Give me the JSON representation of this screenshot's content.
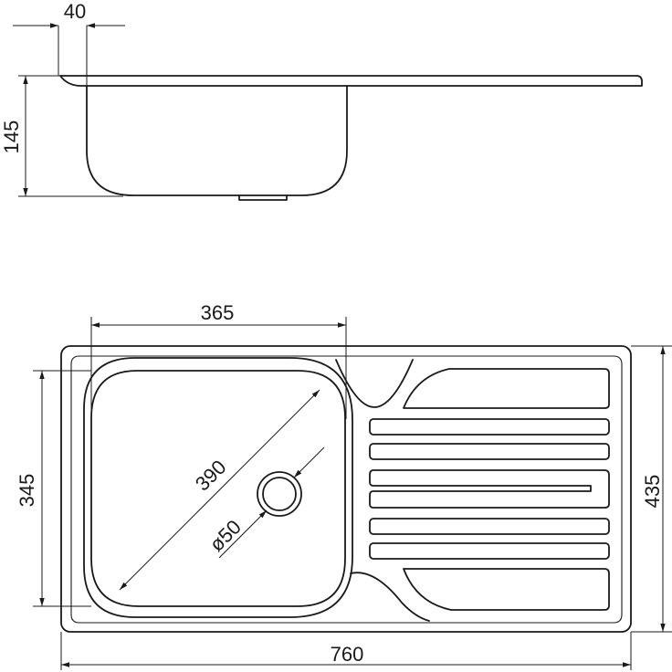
{
  "dimensions": {
    "lip_width": "40",
    "depth": "145",
    "bowl_width": "365",
    "bowl_diagonal": "390",
    "drain_diameter": "ø50",
    "bowl_height": "345",
    "overall_height": "435",
    "overall_width": "760"
  },
  "drainer_ribs": 6
}
